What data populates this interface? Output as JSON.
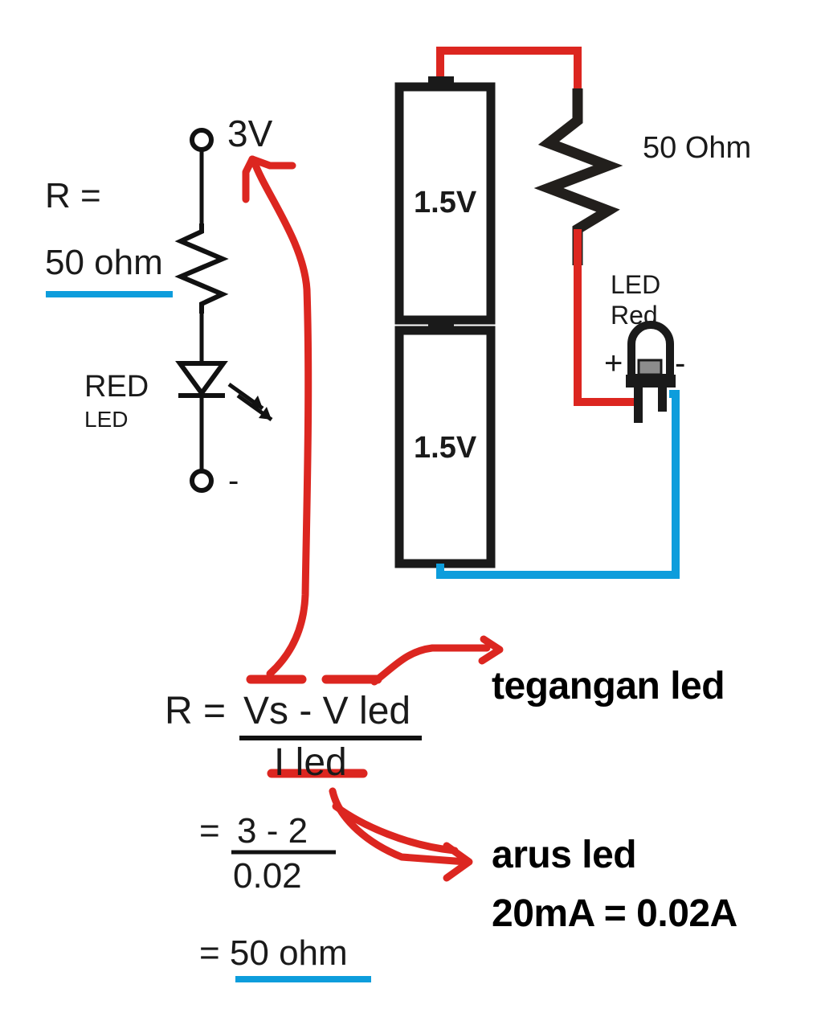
{
  "diagram": {
    "title": "LED series resistor calculation",
    "colors": {
      "wire_red": "#DC2620",
      "wire_blue": "#0D9DDC",
      "underline_blue": "#0D9DDC",
      "ink_black": "#1a1a1a",
      "background": "#ffffff"
    }
  },
  "schematic_left": {
    "supply_label": "3V",
    "resistor_text_line1": "R =",
    "resistor_text_line2": "50 ohm",
    "led_label_line1": "RED",
    "led_label_line2": "LED",
    "negative_terminal_label": "-"
  },
  "pictorial_right": {
    "battery_cell_top_label": "1.5V",
    "battery_cell_bottom_label": "1.5V",
    "resistor_label": "50 Ohm",
    "led_label_line1": "LED",
    "led_label_line2": "Red",
    "led_anode_sign": "+",
    "led_cathode_sign": "-"
  },
  "formula": {
    "lhs": "R =",
    "numerator": "Vs - V led",
    "denominator": "I led",
    "step2_equals": "=",
    "step2_numerator": "3 - 2",
    "step2_denominator": "0.02",
    "result": "= 50 ohm"
  },
  "annotations": {
    "voltage_note": "tegangan led",
    "current_note": "arus led",
    "current_value": "20mA = 0.02A"
  }
}
